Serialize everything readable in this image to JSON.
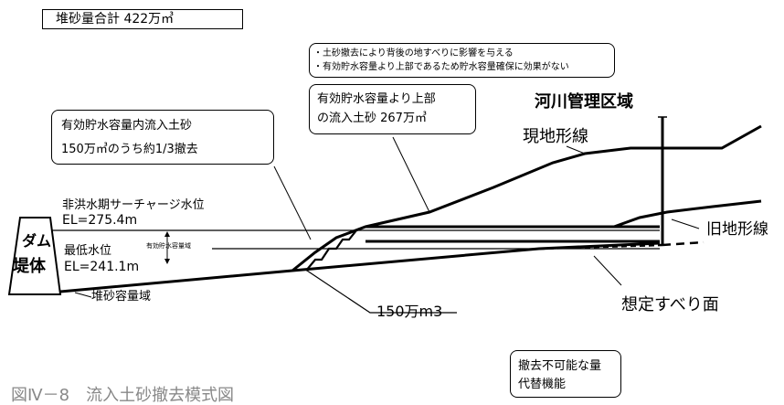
{
  "header": {
    "total_sediment": "堆砂量合計  422万㎥"
  },
  "callouts": {
    "risk_line1": "・土砂撤去により背後の地すべりに影響を与える",
    "risk_line2": "・有効貯水容量より上部であるため貯水容量確保に効果がない",
    "upper_sediment_line1": "有効貯水容量より上部",
    "upper_sediment_line2": "の流入土砂 267万㎥",
    "inflow_line1": "有効貯水容量内流入土砂",
    "inflow_line2": "150万㎥のうち約1/3撤去",
    "alternative_line1": "撤去不可能な量",
    "alternative_line2": "代替機能"
  },
  "labels": {
    "river_area": "河川管理区域",
    "current_terrain": "現地形線",
    "old_terrain": "旧地形線",
    "slip_plane": "想定すべり面",
    "non_flood_level": "非洪水期サーチャージ水位",
    "non_flood_el": "EL=275.4m",
    "min_level": "最低水位",
    "min_el": "EL=241.1m",
    "effective_storage": "有効貯水容量域",
    "sediment_storage": "堆砂容量域",
    "dam_line1": "ダム",
    "dam_line2": "堤体",
    "volume_150": "150万m3",
    "figure_caption": "図Ⅳ－8　流入土砂撤去模式図"
  }
}
